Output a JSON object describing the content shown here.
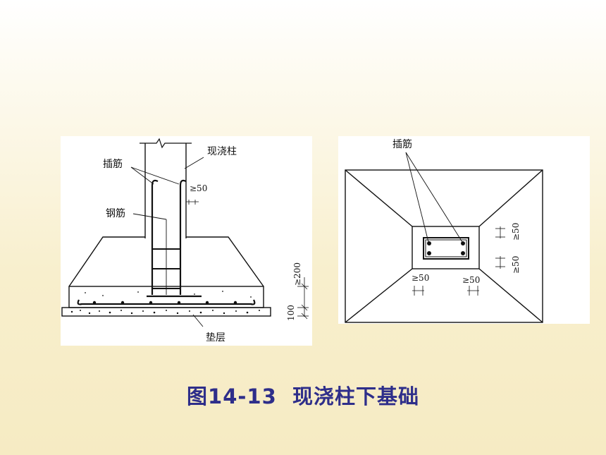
{
  "left_figure": {
    "label_column": "现浇柱",
    "label_dowel": "插筋",
    "label_rebar": "钢筋",
    "label_cushion": "垫层",
    "dim_cover": "≥50",
    "dim_height": "≥200",
    "dim_cushion": "100"
  },
  "right_figure": {
    "label_dowel": "插筋",
    "dim_bottom_left": "≥50",
    "dim_bottom_right": "≥50",
    "dim_right_top": "≥50",
    "dim_right_bottom": "≥50"
  },
  "caption": "图14-13  现浇柱下基础"
}
